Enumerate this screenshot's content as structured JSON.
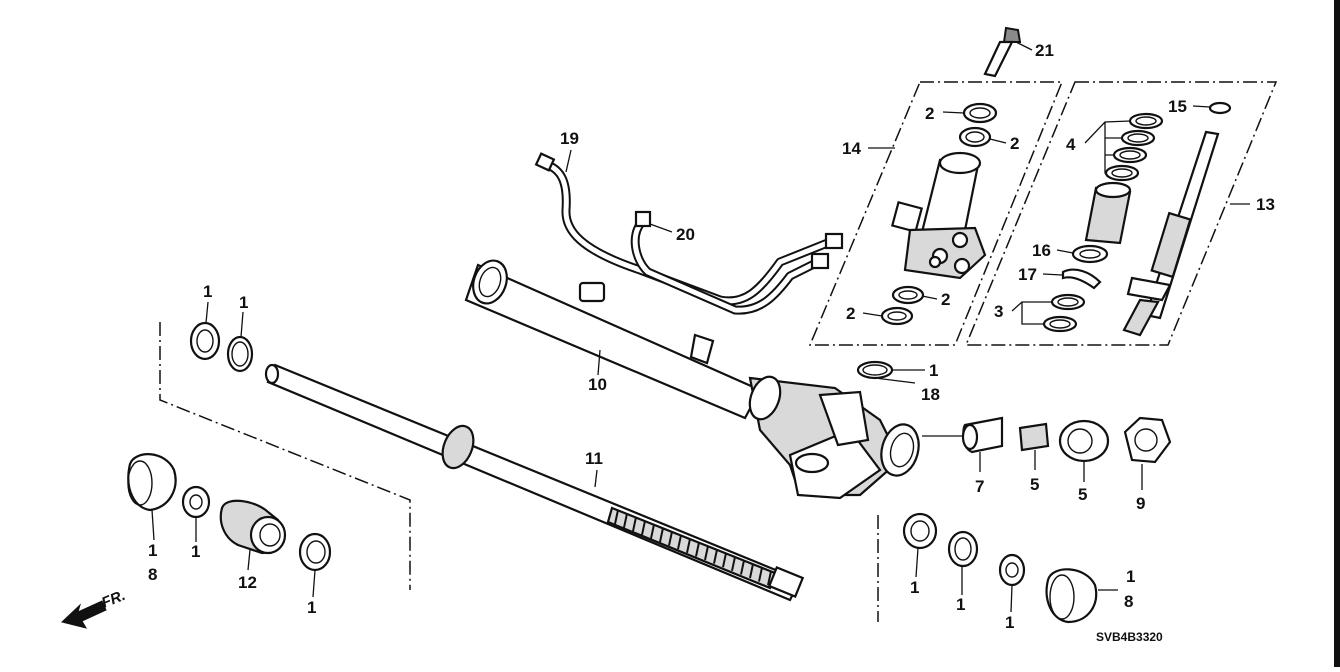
{
  "diagram": {
    "code": "SVB4B3320",
    "direction": "FR.",
    "callouts": {
      "c1_top_a": "1",
      "c1_top_b": "1",
      "c2_a": "2",
      "c2_b": "2",
      "c2_c": "2",
      "c2_d": "2",
      "c1_c": "1",
      "c18": "18",
      "c14": "14",
      "c21": "21",
      "c15": "15",
      "c4": "4",
      "c16": "16",
      "c17": "17",
      "c3": "3",
      "c13": "13",
      "c19": "19",
      "c20": "20",
      "c10": "10",
      "c11": "11",
      "c7": "7",
      "c5_a": "5",
      "c5_b": "5",
      "c9": "9",
      "c1_d": "1",
      "c8_a": "8",
      "c1_e": "1",
      "c12": "12",
      "c1_f": "1",
      "c1_g": "1",
      "c1_h": "1",
      "c1_i": "1",
      "c1_j": "1",
      "c8_b": "8"
    }
  }
}
